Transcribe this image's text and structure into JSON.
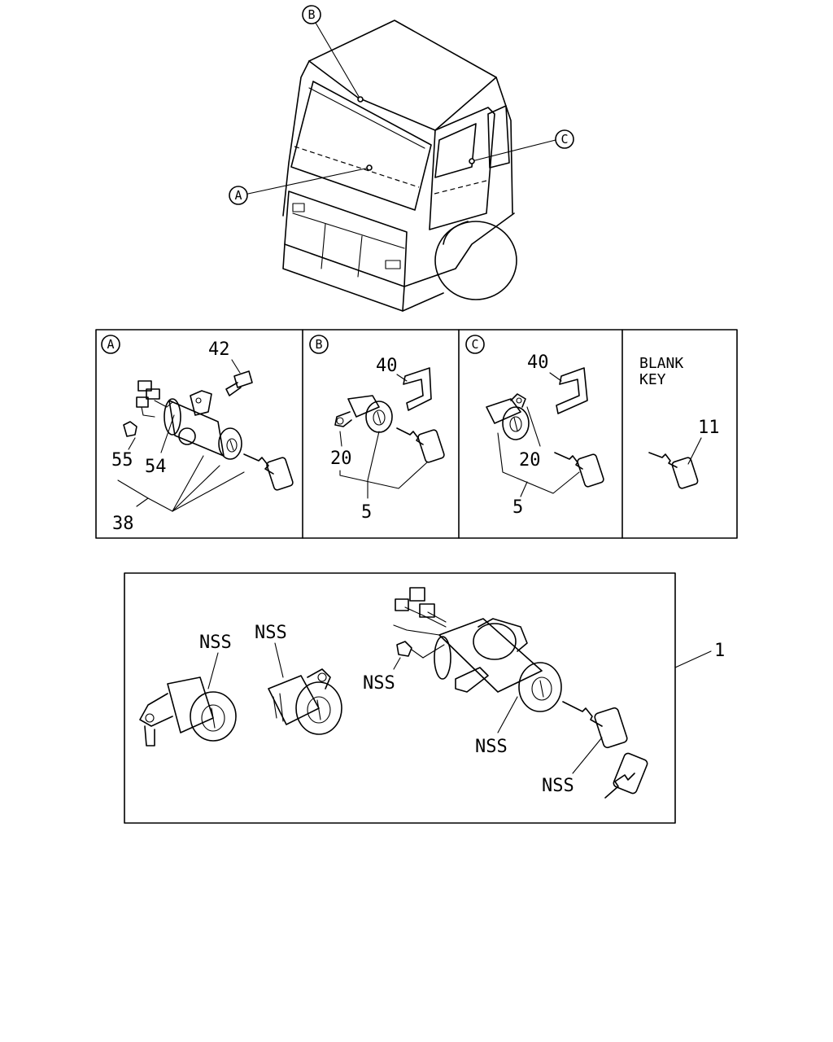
{
  "callouts": {
    "cab_a": "A",
    "cab_b": "B",
    "cab_c": "C"
  },
  "panel_a": {
    "badge": "A",
    "labels": {
      "p42": "42",
      "p55": "55",
      "p54": "54",
      "p38": "38"
    }
  },
  "panel_b": {
    "badge": "B",
    "labels": {
      "p40": "40",
      "p20": "20",
      "p5": "5"
    }
  },
  "panel_c": {
    "badge": "C",
    "labels": {
      "p40": "40",
      "p20": "20",
      "p5": "5"
    }
  },
  "panel_blank": {
    "title_line1": "BLANK",
    "title_line2": "KEY",
    "label_11": "11"
  },
  "kit": {
    "label_1": "1",
    "nss_left": "NSS",
    "nss_mid": "NSS",
    "nss_screw": "NSS",
    "nss_body": "NSS",
    "nss_key": "NSS"
  }
}
